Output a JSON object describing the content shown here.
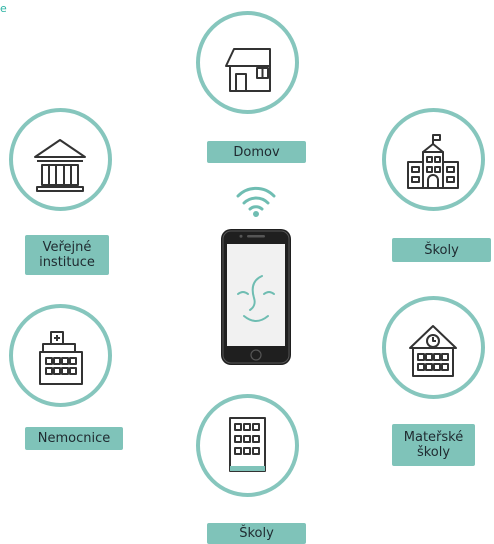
{
  "corner_text": "e",
  "colors": {
    "ring": "#86c6bd",
    "label_bg": "#7fc3b9",
    "icon_stroke": "#333333",
    "accent": "#2bb3a3"
  },
  "nodes": [
    {
      "id": "home",
      "label": "Domov",
      "icon": "house-icon"
    },
    {
      "id": "public",
      "label": "Veřejné instituce",
      "icon": "public-building-icon"
    },
    {
      "id": "school-right",
      "label": "Školy",
      "icon": "school-icon"
    },
    {
      "id": "hospital",
      "label": "Nemocnice",
      "icon": "hospital-icon"
    },
    {
      "id": "kindergarten",
      "label": "Mateřské školy",
      "icon": "kindergarten-icon"
    },
    {
      "id": "school-bottom",
      "label": "Školy",
      "icon": "office-building-icon"
    }
  ],
  "center": {
    "icon": "smartphone-icon",
    "signal": "wifi-icon"
  }
}
